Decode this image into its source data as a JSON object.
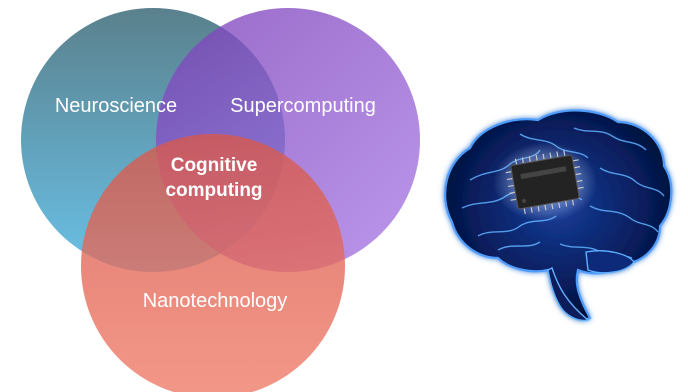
{
  "venn": {
    "sets": [
      {
        "name": "Neuroscience",
        "color": "#3f8aa8"
      },
      {
        "name": "Supercomputing",
        "color": "#8a5ec9"
      },
      {
        "name": "Nanotechnology",
        "color": "#e0604a"
      }
    ],
    "center": {
      "line1": "Cognitive",
      "line2": "computing"
    }
  },
  "image": {
    "subject": "brain-with-chip",
    "colors": {
      "glow": "#2f7fff",
      "dark": "#020b2a",
      "chip": "#222222"
    }
  }
}
